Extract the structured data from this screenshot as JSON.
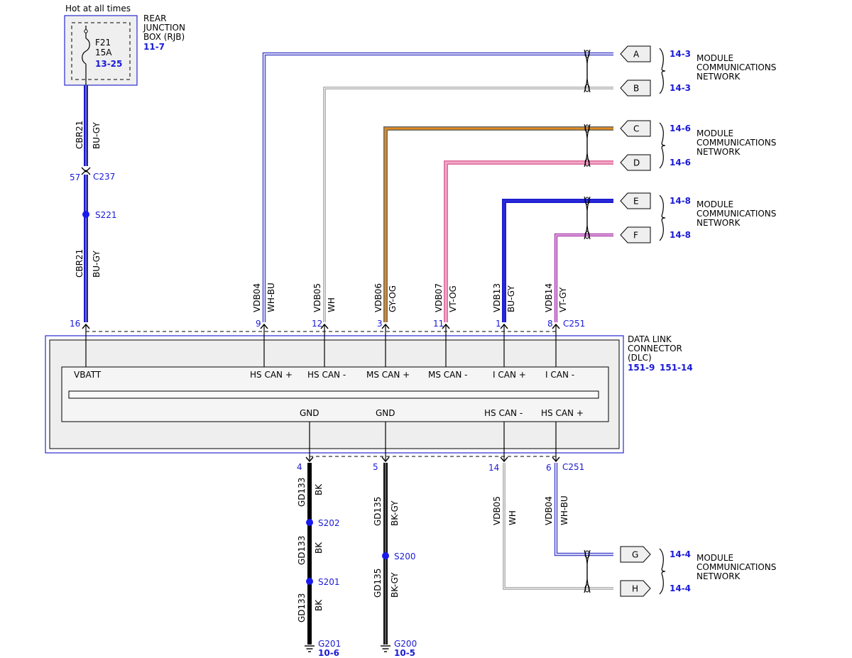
{
  "rjb": {
    "header": "Hot at all times",
    "title_lines": [
      "REAR",
      "JUNCTION",
      "BOX (RJB)"
    ],
    "ref": "11-7",
    "fuse": "F21",
    "rating": "15A",
    "fuse_ref": "13-25"
  },
  "power_feed": {
    "circuit": "CBR21",
    "color": "BU-GY",
    "inline_connector": "C237",
    "inline_pin": "57",
    "splice": "S221",
    "dlc_pin": "16"
  },
  "dlc": {
    "title_lines": [
      "DATA LINK",
      "CONNECTOR",
      "(DLC)"
    ],
    "refs": [
      "151-9",
      "151-14"
    ],
    "connector": "C251",
    "top_labels": [
      "VBATT",
      "HS CAN +",
      "HS CAN -",
      "MS CAN +",
      "MS CAN -",
      "I CAN +",
      "I CAN -"
    ],
    "bottom_labels": [
      "GND",
      "GND",
      "HS CAN -",
      "HS CAN +"
    ]
  },
  "top_wires": [
    {
      "pin": "9",
      "circuit": "VDB04",
      "color": "WH-BU",
      "dest": "A",
      "ref": "14-3"
    },
    {
      "pin": "12",
      "circuit": "VDB05",
      "color": "WH",
      "dest": "B",
      "ref": "14-3"
    },
    {
      "pin": "3",
      "circuit": "VDB06",
      "color": "GY-OG",
      "dest": "C",
      "ref": "14-6"
    },
    {
      "pin": "11",
      "circuit": "VDB07",
      "color": "VT-OG",
      "dest": "D",
      "ref": "14-6"
    },
    {
      "pin": "1",
      "circuit": "VDB13",
      "color": "BU-GY",
      "dest": "E",
      "ref": "14-8"
    },
    {
      "pin": "8",
      "circuit": "VDB14",
      "color": "VT-GY",
      "dest": "F",
      "ref": "14-8"
    }
  ],
  "network_label": [
    "MODULE",
    "COMMUNICATIONS",
    "NETWORK"
  ],
  "ground_wires": [
    {
      "pin": "4",
      "circuit": "GD133",
      "color": "BK",
      "splices": [
        "S202",
        "S201"
      ],
      "ground": "G201",
      "ref": "10-6"
    },
    {
      "pin": "5",
      "circuit": "GD135",
      "color": "BK-GY",
      "splices": [
        "S200"
      ],
      "ground": "G200",
      "ref": "10-5"
    }
  ],
  "bottom_wires": [
    {
      "pin": "14",
      "circuit": "VDB05",
      "color": "WH",
      "dest": "H",
      "ref": "14-4"
    },
    {
      "pin": "6",
      "circuit": "VDB04",
      "color": "WH-BU",
      "dest": "G",
      "ref": "14-4"
    }
  ],
  "bottom_connector": "C251"
}
